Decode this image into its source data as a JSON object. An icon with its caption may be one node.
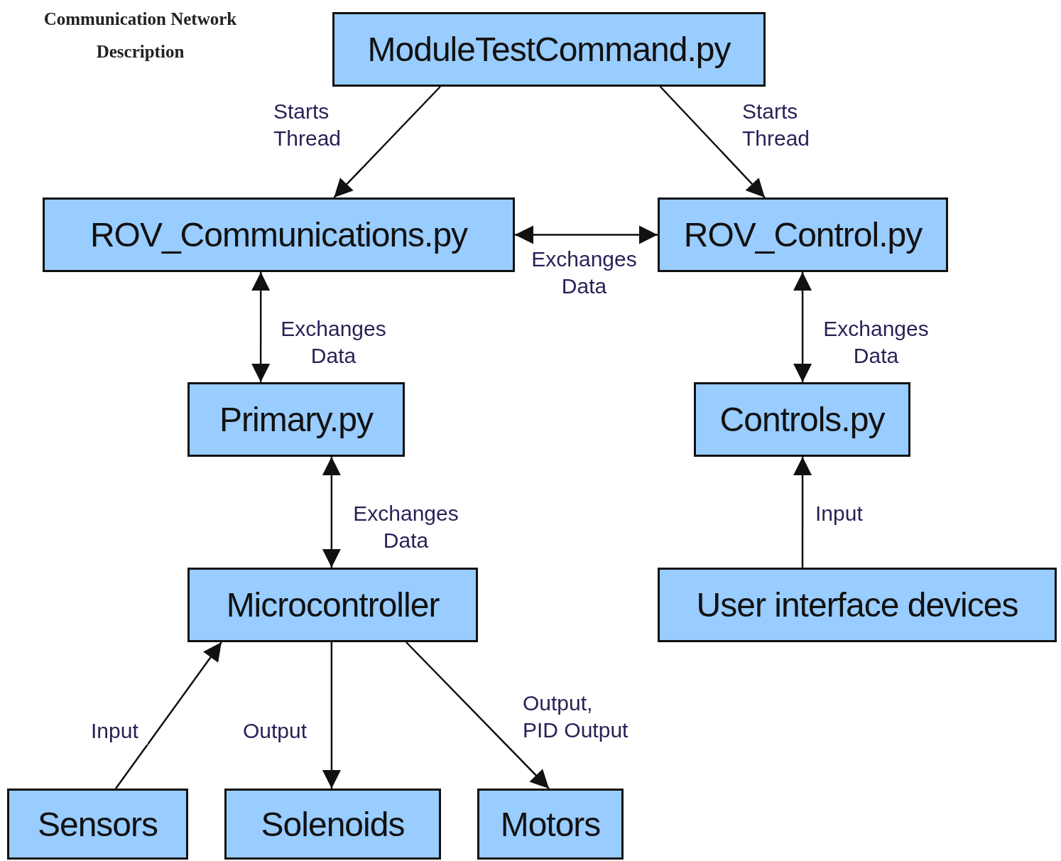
{
  "diagram": {
    "title": "Communication Network Description",
    "nodes": [
      {
        "text": [
          "ModuleTestCommand.py"
        ]
      },
      {
        "text": [
          "ROV_Communications.py"
        ]
      },
      {
        "text": [
          "ROV_Control.py"
        ]
      },
      {
        "text": [
          "Primary.py"
        ]
      },
      {
        "text": [
          "Controls.py"
        ]
      },
      {
        "text": [
          "Microcontroller"
        ]
      },
      {
        "text": [
          "User interface devices"
        ]
      },
      {
        "text": [
          "Sensors"
        ]
      },
      {
        "text": [
          "Solenoids"
        ]
      },
      {
        "text": [
          "Motors"
        ]
      }
    ],
    "edges": [
      {
        "from": 0,
        "to": 1,
        "arrow": "to",
        "label": "Starts Thread"
      },
      {
        "from": 0,
        "to": 2,
        "arrow": "to",
        "label": "Starts Thread"
      },
      {
        "from": 1,
        "to": 2,
        "arrow": "both",
        "label": "Exchanges Data"
      },
      {
        "from": 1,
        "to": 3,
        "arrow": "both",
        "label": "Exchanges Data"
      },
      {
        "from": 2,
        "to": 4,
        "arrow": "both",
        "label": "Exchanges Data"
      },
      {
        "from": 3,
        "to": 5,
        "arrow": "both",
        "label": "Exchanges Data"
      },
      {
        "from": 6,
        "to": 4,
        "arrow": "to",
        "label": "Input"
      },
      {
        "from": 7,
        "to": 5,
        "arrow": "to",
        "label": "Input"
      },
      {
        "from": 5,
        "to": 8,
        "arrow": "to",
        "label": "Output"
      },
      {
        "from": 5,
        "to": 9,
        "arrow": "to",
        "label": "Output, PID Output"
      }
    ]
  }
}
